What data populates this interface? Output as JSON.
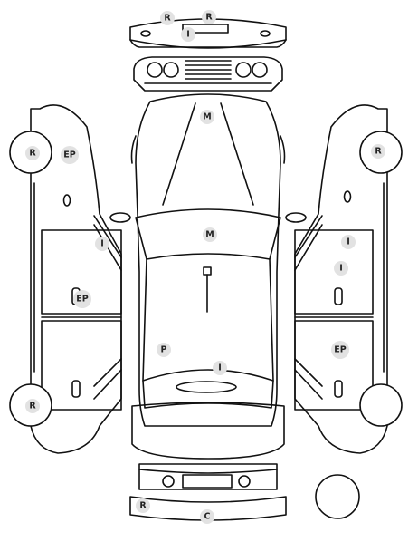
{
  "diagram": {
    "tags": {
      "rear_top_left": "R",
      "rear_top_right": "R",
      "rear_bumper": "I",
      "hood": "M",
      "roof": "M",
      "left_front_wheel": "R",
      "left_front_fender": "EP",
      "left_front_door": "I",
      "left_rear_door": "EP",
      "left_rear_wheel": "R",
      "right_front_wheel": "R",
      "right_door_upper": "I",
      "right_door_lower": "I",
      "right_rear_door": "EP",
      "trunk_panel": "P",
      "trunk_lid": "I",
      "front_bumper_left": "R",
      "front_bumper_center": "C"
    },
    "colors": {
      "line": "#111111",
      "tag_fill": "#e2e2e2",
      "tag_text": "#222222",
      "background": "#ffffff"
    }
  }
}
